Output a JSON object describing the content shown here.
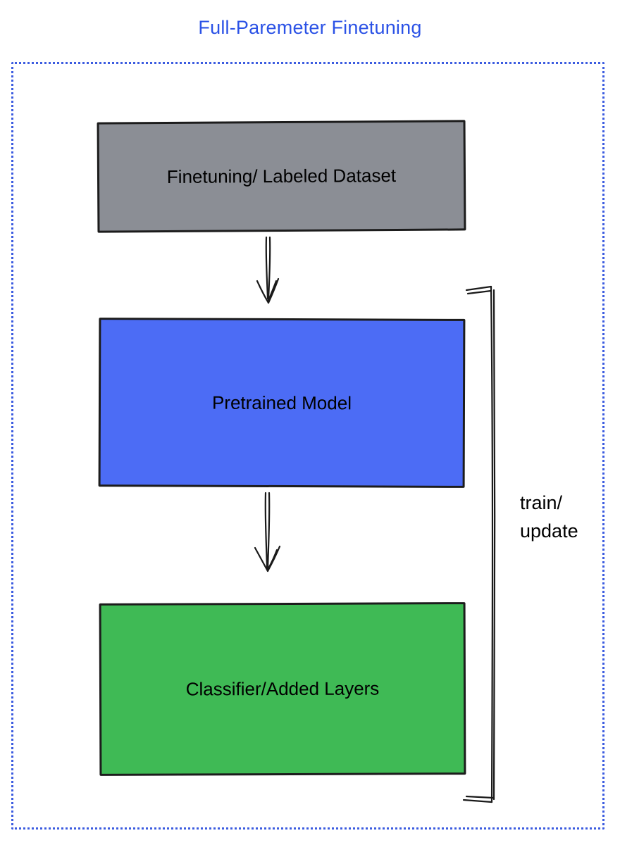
{
  "title": "Full-Paremeter Finetuning",
  "boxes": {
    "dataset": {
      "label": "Finetuning/ Labeled Dataset",
      "fill": "#8b8e95"
    },
    "pretrained": {
      "label": "Pretrained Model",
      "fill": "#4c6cf5"
    },
    "classifier": {
      "label": "Classifier/Added Layers",
      "fill": "#3fba55"
    }
  },
  "bracket": {
    "label": "train/\nupdate"
  },
  "colors": {
    "title_text": "#2b52e6",
    "frame_border": "#3c5ce0",
    "sketch_stroke": "#1a1a1a"
  }
}
